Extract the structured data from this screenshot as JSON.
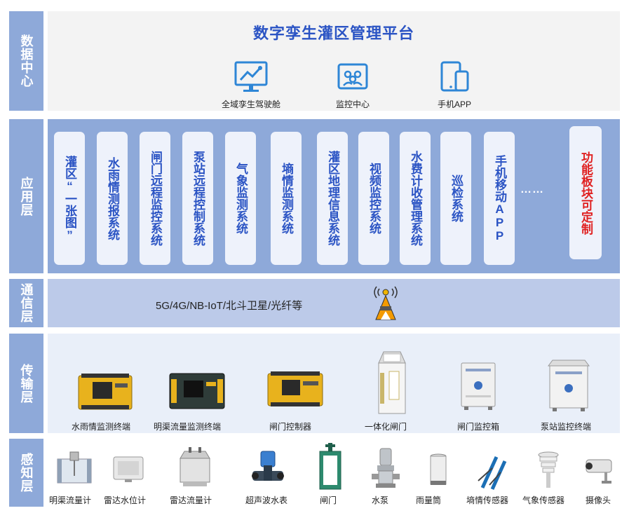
{
  "side_labels": {
    "data_center": "数据中心",
    "application": "应用层",
    "communication": "通信层",
    "transmission": "传输层",
    "perception": "感知层"
  },
  "platform_title": "数字孪生灌区管理平台",
  "data_center_items": [
    {
      "label": "全域孪生驾驶舱",
      "icon": "dashboard-monitor-icon"
    },
    {
      "label": "监控中心",
      "icon": "people-group-icon"
    },
    {
      "label": "手机APP",
      "icon": "mobile-tablet-icon"
    }
  ],
  "application_modules": [
    "灌区“一张图”",
    "水雨情测报系统",
    "闸门远程监控系统",
    "泵站远程控制系统",
    "气象监测系统",
    "墒情监测系统",
    "灌区地理信息系统",
    "视频监控系统",
    "水费计收管理系统",
    "巡检系统",
    "手机移动APP"
  ],
  "application_ellipsis": "……",
  "custom_module": "功能板块可定制",
  "communication_text": "5G/4G/NB-IoT/北斗卫星/光纤等",
  "transmission_devices": [
    "水雨情监测终端",
    "明渠流量监测终端",
    "闸门控制器",
    "一体化闸门",
    "闸门监控箱",
    "泵站监控终端"
  ],
  "sensors": [
    "明渠流量计",
    "雷达水位计",
    "雷达流量计",
    "超声波水表",
    "闸门",
    "水泵",
    "雨量筒",
    "墒情传感器",
    "气象传感器",
    "摄像头"
  ],
  "colors": {
    "side_bar": "#8ea9d9",
    "title_blue": "#2b54c4",
    "card_bg": "#eef2fb",
    "custom_red": "#e02020",
    "comm_bg": "#bccae9",
    "trans_bg": "#e9eff9"
  }
}
